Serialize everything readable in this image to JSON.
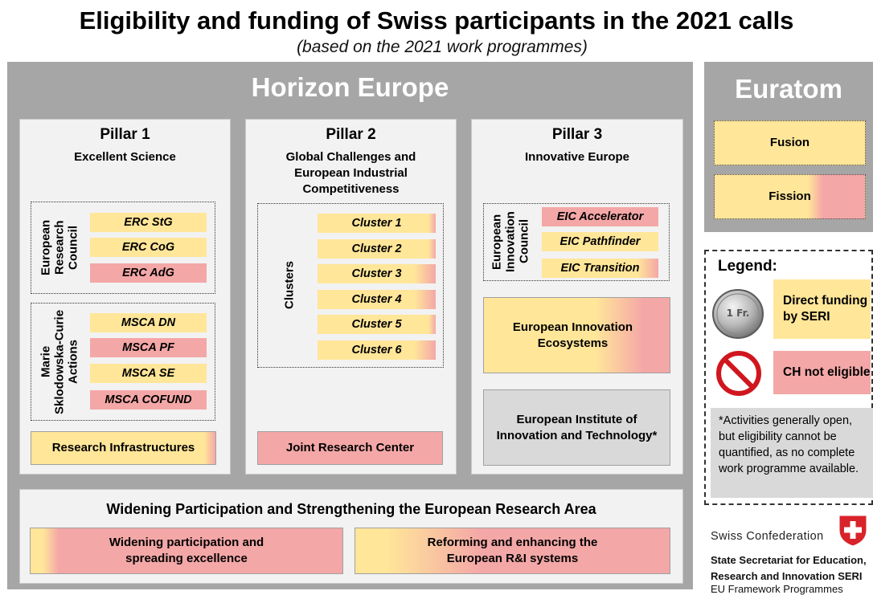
{
  "title": "Eligibility and funding of Swiss participants in the 2021 calls",
  "subtitle": "(based on the 2021 work programmes)",
  "horizon_europe": {
    "title": "Horizon Europe",
    "pillar1": {
      "title": "Pillar 1",
      "subtitle": "Excellent Science",
      "erc_label": "European Research Council",
      "erc_items": [
        "ERC StG",
        "ERC CoG",
        "ERC AdG"
      ],
      "msca_label": "Marie Sklodowska-Curie Actions",
      "msca_items": [
        "MSCA DN",
        "MSCA PF",
        "MSCA SE",
        "MSCA COFUND"
      ],
      "infrastructures": "Research Infrastructures"
    },
    "pillar2": {
      "title": "Pillar 2",
      "subtitle": "Global Challenges and European Industrial Competitiveness",
      "clusters_label": "Clusters",
      "clusters": [
        "Cluster 1",
        "Cluster 2",
        "Cluster 3",
        "Cluster 4",
        "Cluster 5",
        "Cluster 6"
      ],
      "jrc": "Joint Research Center"
    },
    "pillar3": {
      "title": "Pillar 3",
      "subtitle": "Innovative Europe",
      "eic_label": "European Innovation Council",
      "eic_items": [
        "EIC Accelerator",
        "EIC Pathfinder",
        "EIC Transition"
      ],
      "ecosystems": "European Innovation Ecosystems",
      "eit": "European Institute of Innovation and Technology*"
    },
    "widening": {
      "title": "Widening Participation and Strengthening the European Research Area",
      "items": [
        "Widening participation and spreading excellence",
        "Reforming and enhancing the European R&I systems"
      ]
    }
  },
  "euratom": {
    "title": "Euratom",
    "items": [
      "Fusion",
      "Fission"
    ]
  },
  "legend": {
    "title": "Legend:",
    "direct": "Direct funding by SERI",
    "not_eligible": "CH not eligible",
    "note": "*Activities generally open, but eligibility cannot be quantified, as no complete work programme available.",
    "coin_text": "1 Fr."
  },
  "footer": {
    "confederation": "Swiss Confederation",
    "seri": "State Secretariat for Education, Research and Innovation SERI",
    "framework": "EU Framework Programmes"
  },
  "colors": {
    "funded": "#ffe699",
    "not_eligible": "#f4a7a7",
    "panel": "#a6a6a6",
    "pillar": "#f2f2f2"
  }
}
